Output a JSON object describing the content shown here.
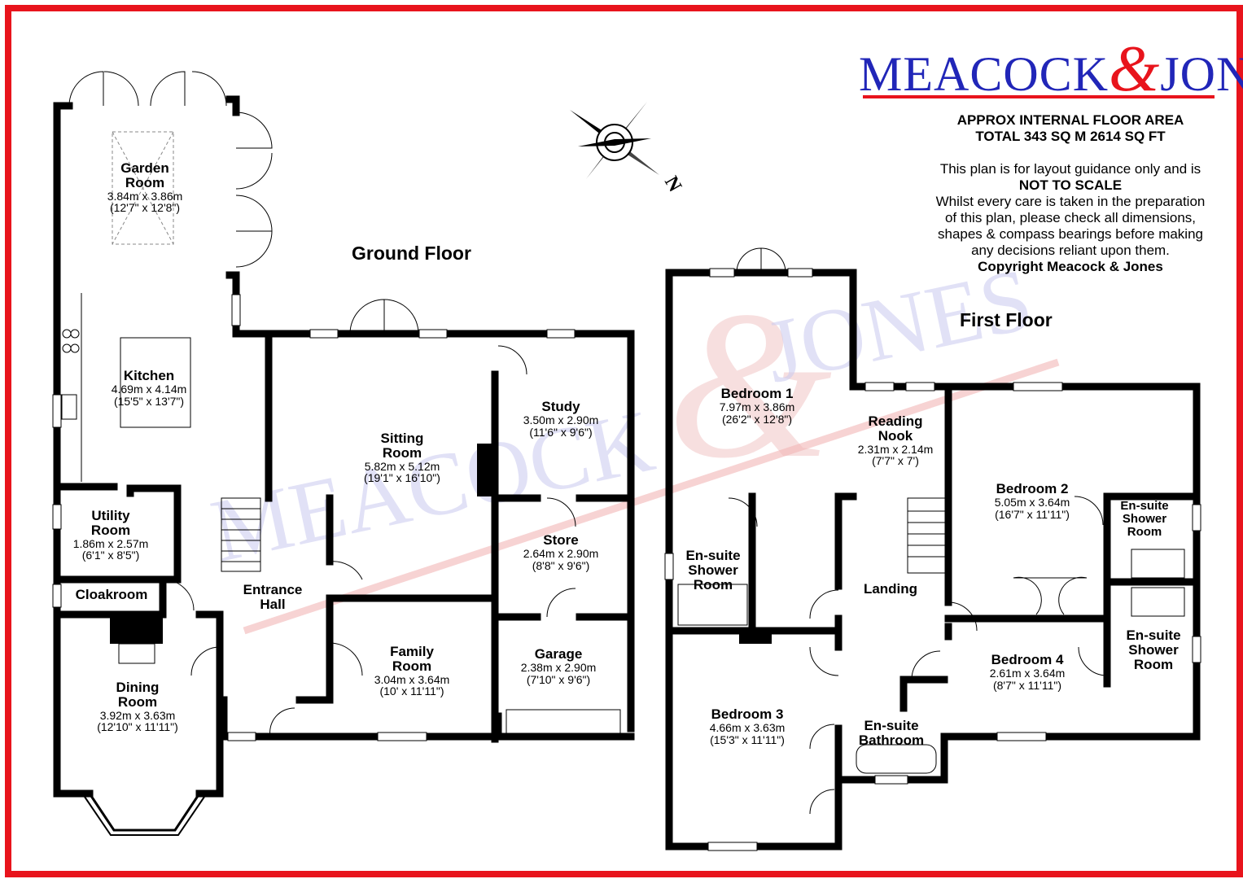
{
  "brand": {
    "name_left": "MEACOCK",
    "ampersand": "&",
    "name_right": "JONES"
  },
  "area": {
    "line1": "APPROX INTERNAL FLOOR AREA",
    "line2": "TOTAL 343 SQ M 2614 SQ FT"
  },
  "disclaimer": {
    "line1": "This plan is for layout guidance only and is",
    "not_to_scale": "NOT TO SCALE",
    "line3": "Whilst every care is taken in the preparation",
    "line4": "of this plan, please check all dimensions,",
    "line5": "shapes & compass bearings before making",
    "line6": "any decisions reliant upon them.",
    "copyright": "Copyright Meacock & Jones"
  },
  "compass": {
    "north_label": "N"
  },
  "ground_floor": {
    "title": "Ground Floor",
    "garden_room": {
      "name1": "Garden",
      "name2": "Room",
      "metric": "3.84m x 3.86m",
      "imperial": "(12'7\" x 12'8\")"
    },
    "kitchen": {
      "name1": "Kitchen",
      "metric": "4.69m x 4.14m",
      "imperial": "(15'5\" x 13'7\")"
    },
    "sitting_room": {
      "name1": "Sitting",
      "name2": "Room",
      "metric": "5.82m x 5.12m",
      "imperial": "(19'1\" x 16'10\")"
    },
    "study": {
      "name1": "Study",
      "metric": "3.50m x 2.90m",
      "imperial": "(11'6\" x 9'6\")"
    },
    "utility_room": {
      "name1": "Utility",
      "name2": "Room",
      "metric": "1.86m x 2.57m",
      "imperial": "(6'1\" x 8'5\")"
    },
    "store": {
      "name1": "Store",
      "metric": "2.64m x 2.90m",
      "imperial": "(8'8\" x 9'6\")"
    },
    "cloakroom": {
      "name1": "Cloakroom"
    },
    "entrance_hall": {
      "name1": "Entrance",
      "name2": "Hall"
    },
    "family_room": {
      "name1": "Family",
      "name2": "Room",
      "metric": "3.04m x 3.64m",
      "imperial": "(10' x 11'11\")"
    },
    "garage": {
      "name1": "Garage",
      "metric": "2.38m x 2.90m",
      "imperial": "(7'10\" x 9'6\")"
    },
    "dining_room": {
      "name1": "Dining",
      "name2": "Room",
      "metric": "3.92m x 3.63m",
      "imperial": "(12'10\" x 11'11\")"
    }
  },
  "first_floor": {
    "title": "First Floor",
    "bedroom1": {
      "name1": "Bedroom 1",
      "metric": "7.97m x 3.86m",
      "imperial": "(26'2\" x 12'8\")"
    },
    "reading_nook": {
      "name1": "Reading",
      "name2": "Nook",
      "metric": "2.31m x 2.14m",
      "imperial": "(7'7\" x 7')"
    },
    "bedroom2": {
      "name1": "Bedroom 2",
      "metric": "5.05m x 3.64m",
      "imperial": "(16'7\" x 11'11\")"
    },
    "ensuite_b2": {
      "name1": "En-suite",
      "name2": "Shower",
      "name3": "Room"
    },
    "ensuite_b1": {
      "name1": "En-suite",
      "name2": "Shower",
      "name3": "Room"
    },
    "landing": {
      "name1": "Landing"
    },
    "bedroom4": {
      "name1": "Bedroom 4",
      "metric": "2.61m x 3.64m",
      "imperial": "(8'7\" x 11'11\")"
    },
    "ensuite_b4": {
      "name1": "En-suite",
      "name2": "Shower",
      "name3": "Room"
    },
    "bedroom3": {
      "name1": "Bedroom 3",
      "metric": "4.66m x 3.63m",
      "imperial": "(15'3\" x 11'11\")"
    },
    "ensuite_bath": {
      "name1": "En-suite",
      "name2": "Bathroom"
    }
  },
  "colors": {
    "frame": "#e8141c",
    "brand_blue": "#2126b8",
    "wall": "#000000"
  }
}
